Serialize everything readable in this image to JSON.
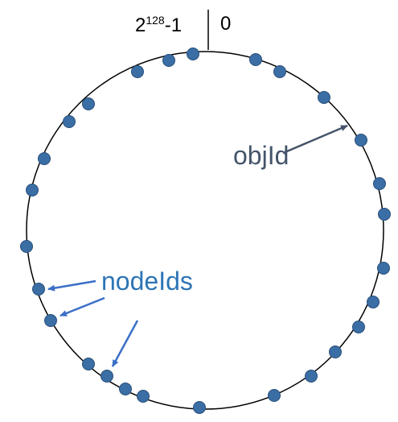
{
  "header": {
    "max_base": "2",
    "max_exp": "128",
    "max_suffix": "-1",
    "zero": "0"
  },
  "labels": {
    "objid": "objId",
    "nodeids": "nodeIds"
  },
  "colors": {
    "ring": "#000000",
    "node_fill": "#3a6ea5",
    "node_stroke": "#2a4f7a",
    "objid_text": "#44546a",
    "objid_arrow": "#44546a",
    "nodeids_text": "#2e75b6",
    "nodeids_arrow": "#3b6fc7"
  }
}
